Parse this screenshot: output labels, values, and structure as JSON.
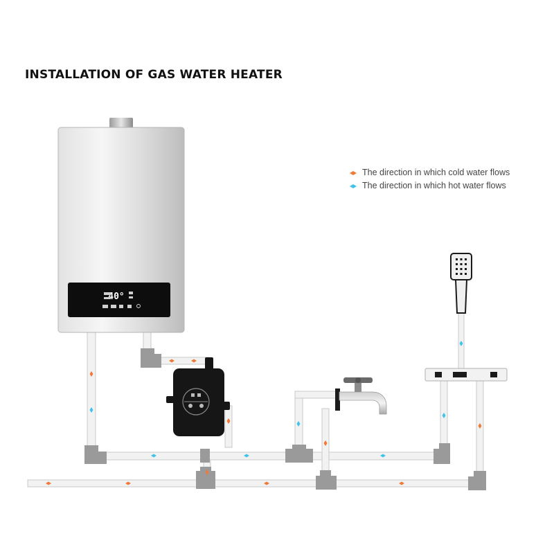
{
  "title": "INSTALLATION OF GAS WATER HEATER",
  "legend": {
    "cold": {
      "label": "The direction in which cold water flows",
      "color": "#f07a3a"
    },
    "hot": {
      "label": "The direction in which hot water flows",
      "color": "#3fc4e8"
    }
  },
  "heater": {
    "display_value": "40°"
  },
  "colors": {
    "pipe_fill": "#f2f2f2",
    "pipe_stroke": "#c9c9c9",
    "fitting": "#9a9a9a",
    "heater_body": "#cfcfcf",
    "panel": "#0d0d0d",
    "pump": "#161616"
  }
}
